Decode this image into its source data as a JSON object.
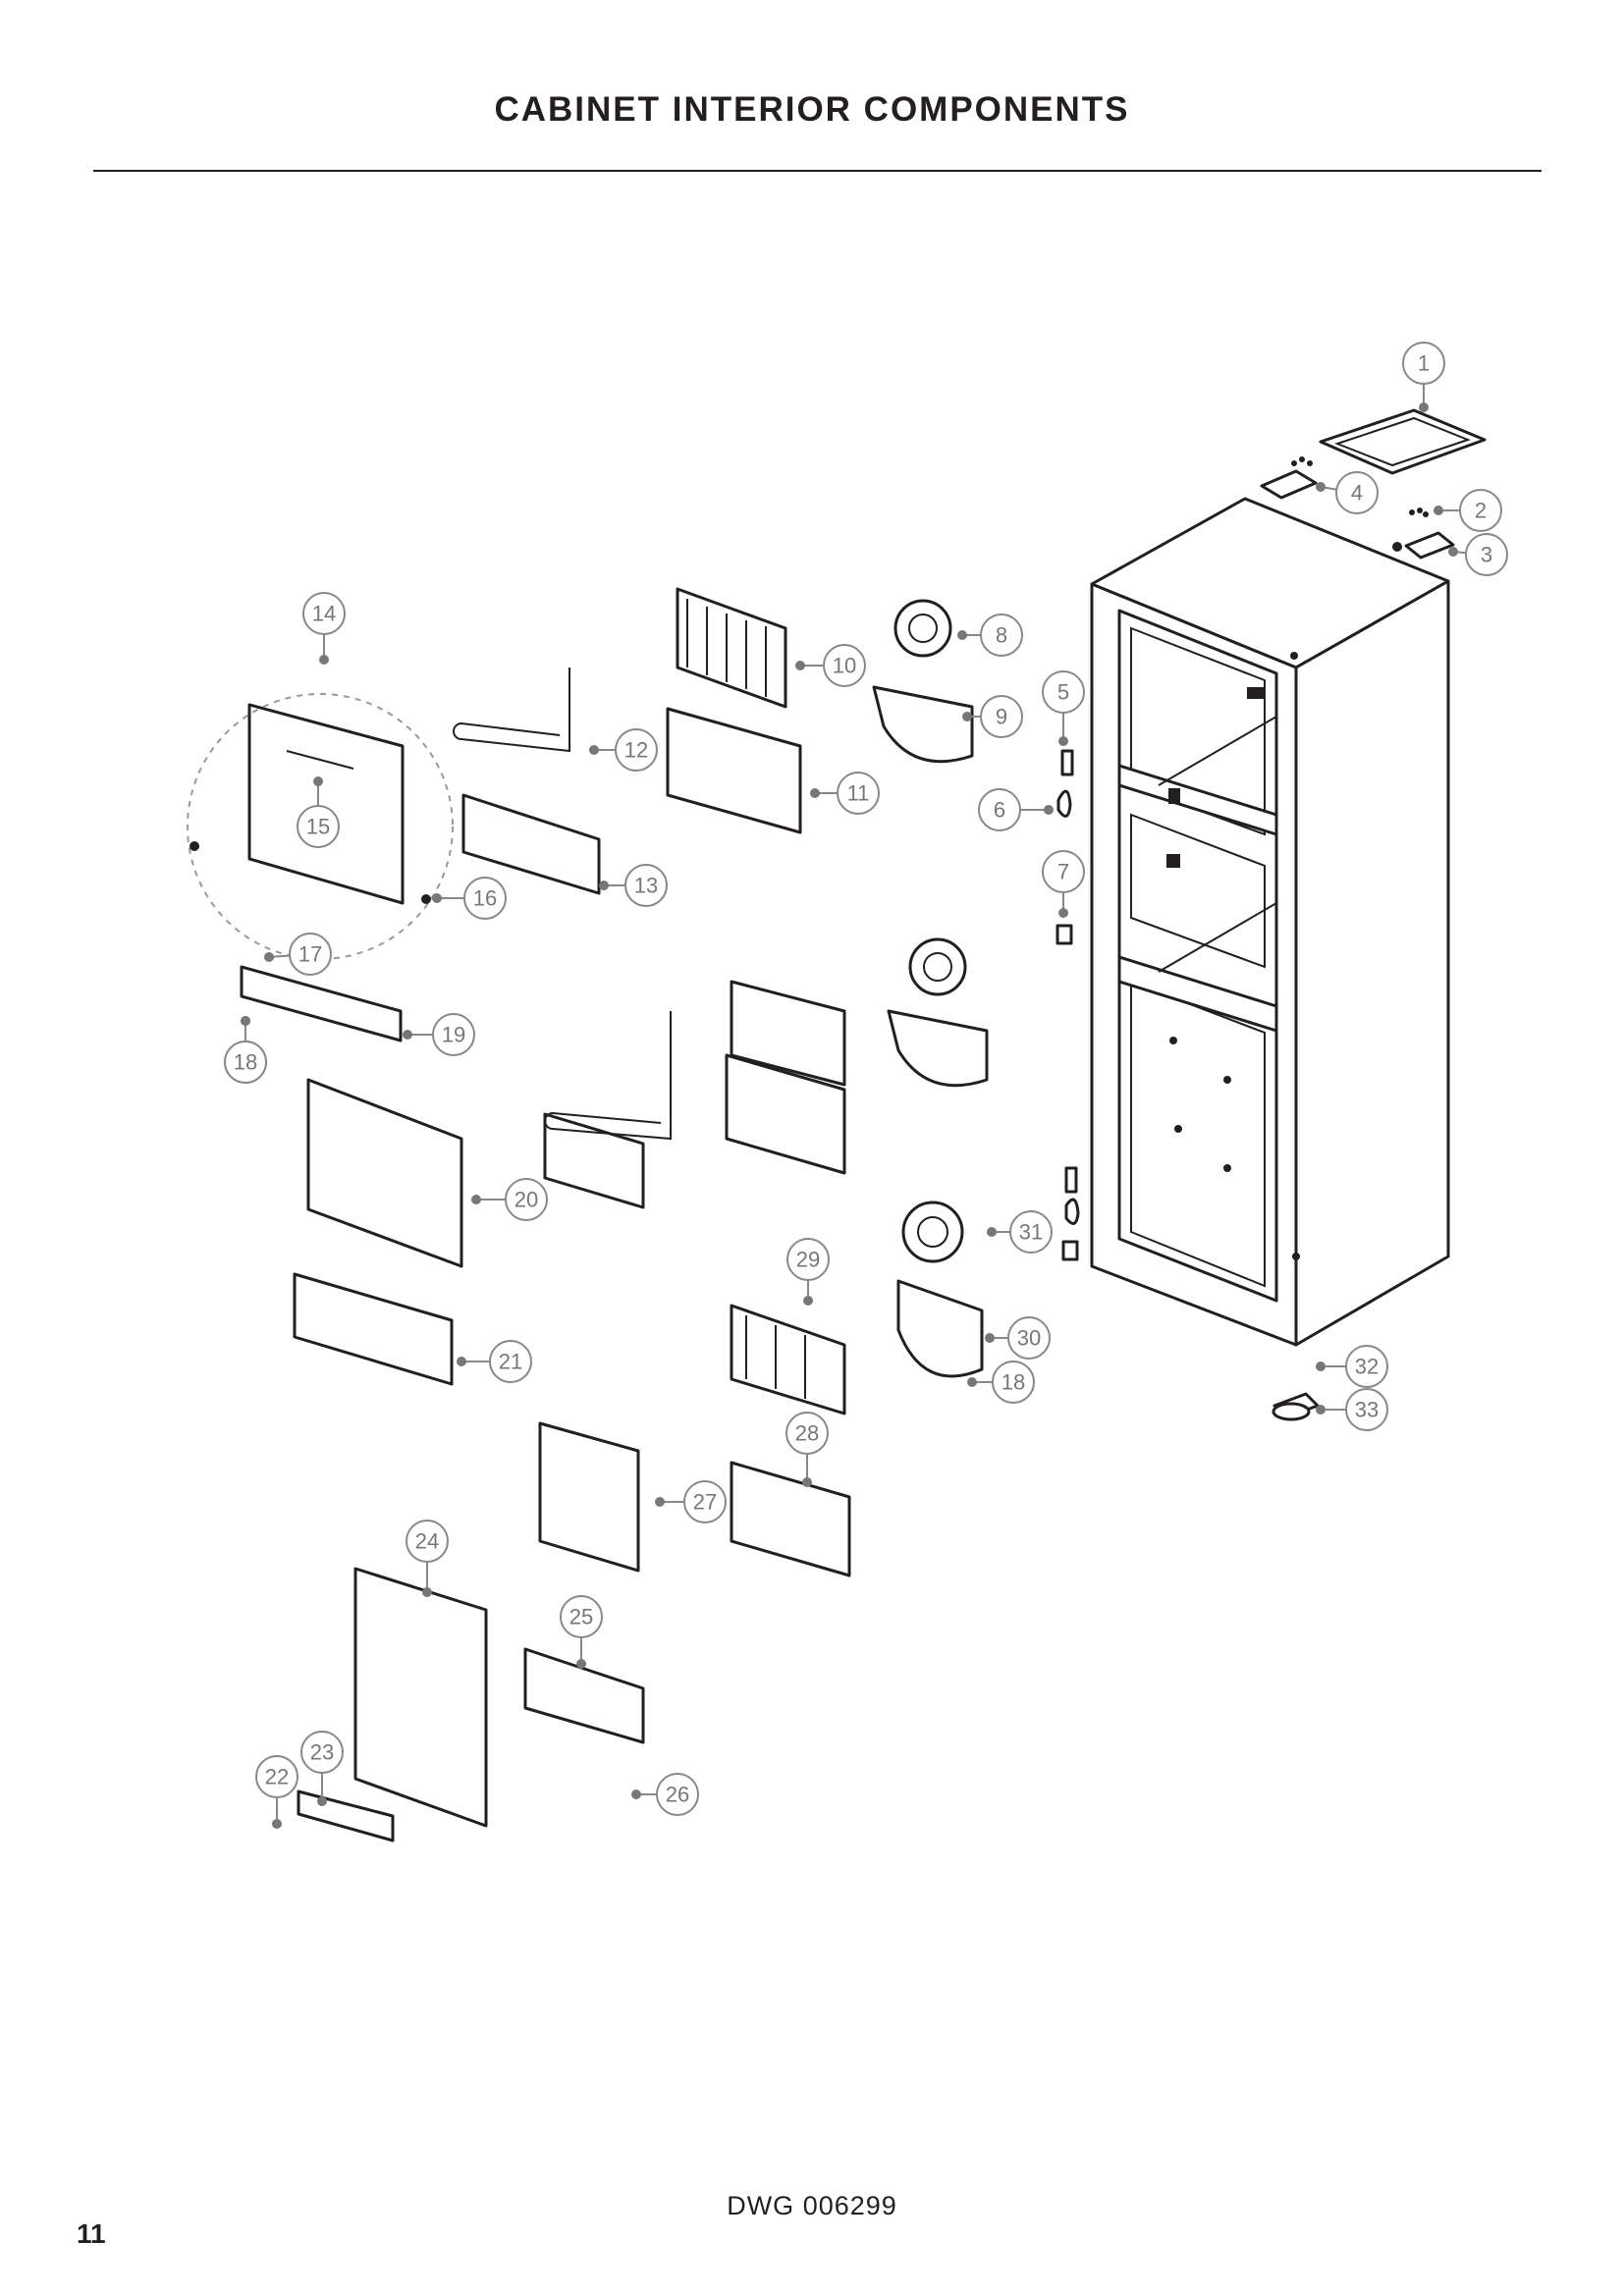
{
  "page": {
    "title": "CABINET INTERIOR COMPONENTS",
    "drawing_number": "DWG 006299",
    "page_number": "11"
  },
  "callouts": [
    {
      "label": "1"
    },
    {
      "label": "2"
    },
    {
      "label": "3"
    },
    {
      "label": "4"
    },
    {
      "label": "5"
    },
    {
      "label": "6"
    },
    {
      "label": "7"
    },
    {
      "label": "8"
    },
    {
      "label": "9"
    },
    {
      "label": "10"
    },
    {
      "label": "11"
    },
    {
      "label": "12"
    },
    {
      "label": "13"
    },
    {
      "label": "14"
    },
    {
      "label": "15"
    },
    {
      "label": "16"
    },
    {
      "label": "17"
    },
    {
      "label": "18"
    },
    {
      "label": "19"
    },
    {
      "label": "18"
    },
    {
      "label": "20"
    },
    {
      "label": "21"
    },
    {
      "label": "22"
    },
    {
      "label": "23"
    },
    {
      "label": "24"
    },
    {
      "label": "25"
    },
    {
      "label": "26"
    },
    {
      "label": "27"
    },
    {
      "label": "28"
    },
    {
      "label": "29"
    },
    {
      "label": "30"
    },
    {
      "label": "18"
    },
    {
      "label": "31"
    },
    {
      "label": "32"
    },
    {
      "label": "33"
    }
  ]
}
